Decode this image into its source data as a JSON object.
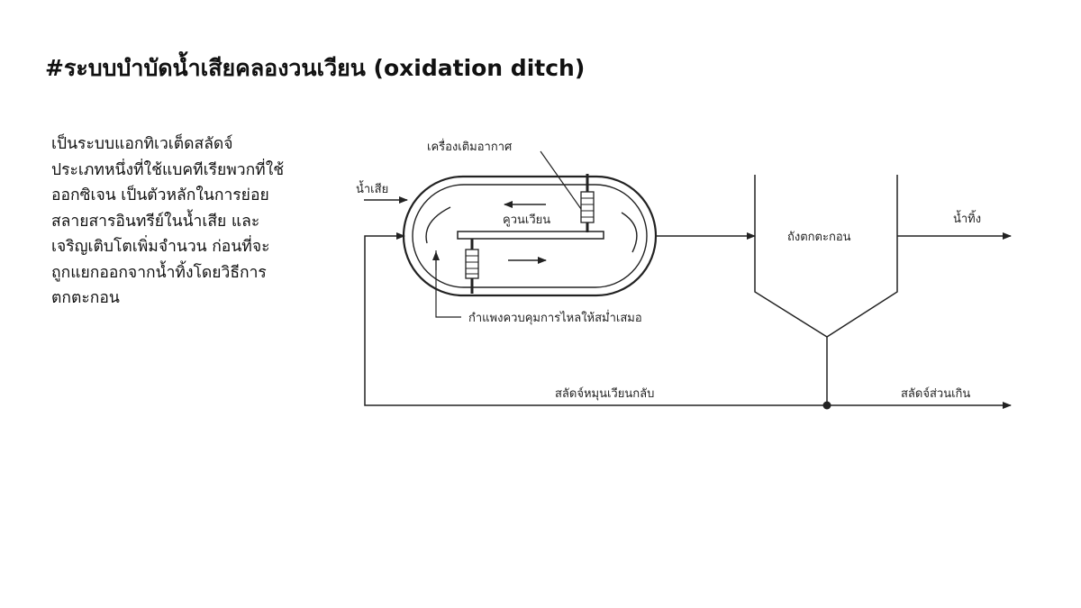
{
  "title": "#ระบบบำบัดน้ำเสียคลองวนเวียน (oxidation ditch)",
  "description_lines": [
    "เป็นระบบแอกทิเวเต็ดสลัดจ์",
    "ประเภทหนึ่งที่ใช้แบคทีเรียพวกที่ใช้",
    "ออกซิเจน เป็นตัวหลักในการย่อย",
    "สลายสารอินทรีย์ในน้ำเสีย และ",
    "เจริญเติบโตเพิ่มจำนวน ก่อนที่จะ",
    "ถูกแยกออกจากน้ำทิ้งโดยวิธีการ",
    "ตกตะกอน"
  ],
  "diagram": {
    "labels": {
      "aerator": "เครื่องเติมอากาศ",
      "influent": "น้ำเสีย",
      "circulation": "คูวนเวียน",
      "baffle": "กำแพงควบคุมการไหลให้สม่ำเสมอ",
      "clarifier": "ถังตกตะกอน",
      "effluent": "น้ำทิ้ง",
      "return_sludge": "สลัดจ์หมุนเวียนกลับ",
      "excess_sludge": "สลัดจ์ส่วนเกิน"
    }
  }
}
